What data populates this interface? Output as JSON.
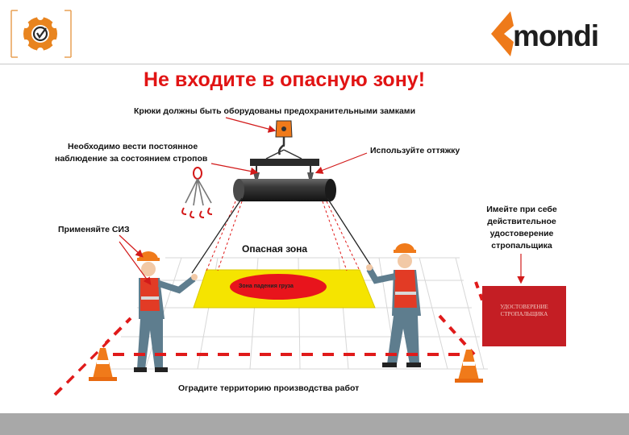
{
  "brand": {
    "name": "mondi",
    "accent": "#ee7a1a",
    "logo_color": "#e8841f"
  },
  "title": "Не входите в опасную зону!",
  "labels": {
    "hooks": "Крюки должны быть оборудованы предохранительными замками",
    "slings_line1": "Необходимо вести постоянное",
    "slings_line2": "наблюдение за состоянием стропов",
    "tagline": "Используйте оттяжку",
    "ppe": "Применяйте СИЗ",
    "certificate_line1": "Имейте при себе",
    "certificate_line2": "действительное",
    "certificate_line3": "удостоверение",
    "certificate_line4": "стропальщика",
    "danger_zone": "Опасная зона",
    "load_fall_zone": "Зона падения груза",
    "fence": "Оградите территорию производства работ"
  },
  "certificate_card": {
    "line1": "УДОСТОВЕРЕНИЕ",
    "line2": "СТРОПАЛЬЩИКА",
    "color": "#c41e24"
  },
  "colors": {
    "title": "#e11414",
    "arrow": "#d21a1a",
    "zone": "#f5e400",
    "fall_zone": "#e8141c",
    "worker_shirt": "#5e7d8e",
    "vest": "#e23b25",
    "helmet": "#f07a1a"
  }
}
